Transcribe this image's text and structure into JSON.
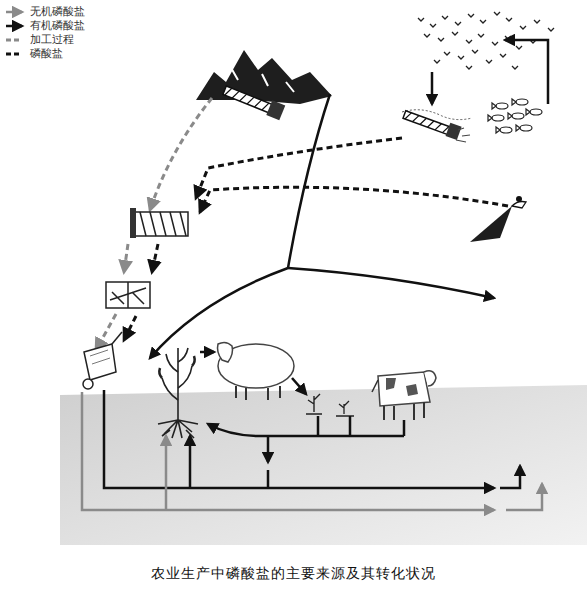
{
  "diagram": {
    "caption": "农业生产中磷酸盐的主要来源及其转化状况",
    "legend": [
      {
        "text": "无机磷酸盐"
      },
      {
        "text": "有机磷酸盐"
      },
      {
        "text": "加工过程"
      },
      {
        "text": "磷酸盐"
      }
    ]
  }
}
